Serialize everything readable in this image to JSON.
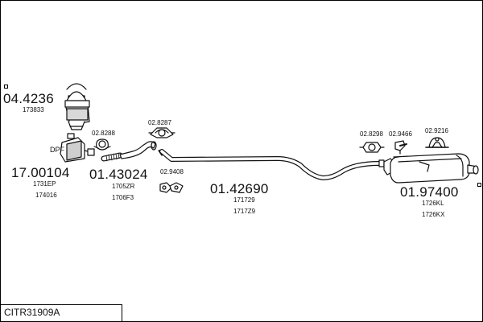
{
  "kit_code": "CITR31909A",
  "parts": {
    "catalyst": {
      "number": "04.4236",
      "refs": [
        "173833"
      ]
    },
    "dpf": {
      "tag": "DPF",
      "number": "17.00104",
      "refs": [
        "1731EP",
        "174016"
      ]
    },
    "clamp_1": {
      "number": "02.8288"
    },
    "front_pipe": {
      "number": "01.43024",
      "refs": [
        "1705ZR",
        "1706F3"
      ]
    },
    "clamp_2": {
      "number": "02.8287"
    },
    "gasket": {
      "number": "02.9408"
    },
    "middle_pipe": {
      "number": "01.42690",
      "refs": [
        "171729",
        "1717Z9"
      ]
    },
    "clamp_3": {
      "number": "02.8298"
    },
    "hanger_1": {
      "number": "02.9466"
    },
    "hanger_2": {
      "number": "02.9216"
    },
    "rear_silencer": {
      "number": "01.97400",
      "refs": [
        "1726KL",
        "1726KX"
      ]
    }
  }
}
